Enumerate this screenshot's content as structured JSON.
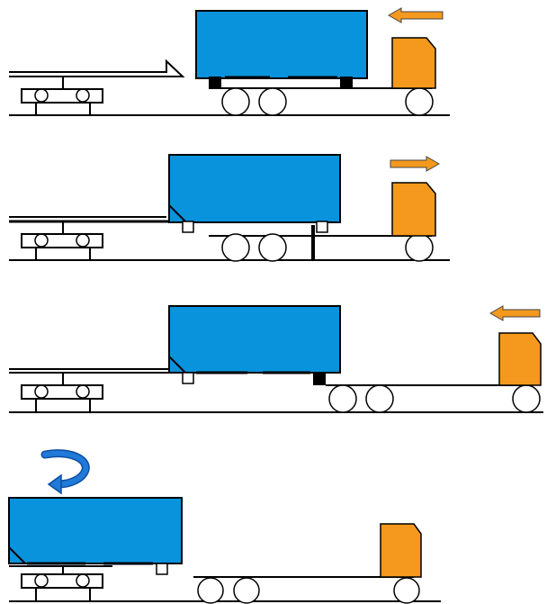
{
  "colors": {
    "container": "#0a93dd",
    "cab": "#f4991d",
    "line": "#000000",
    "background": "#ffffff",
    "rotate_arrow": "#1f6fd0"
  },
  "steps": [
    {
      "name": "step-1",
      "direction": "left"
    },
    {
      "name": "step-2",
      "direction": "right"
    },
    {
      "name": "step-3",
      "direction": "left"
    },
    {
      "name": "step-4",
      "direction": "rotate"
    }
  ]
}
